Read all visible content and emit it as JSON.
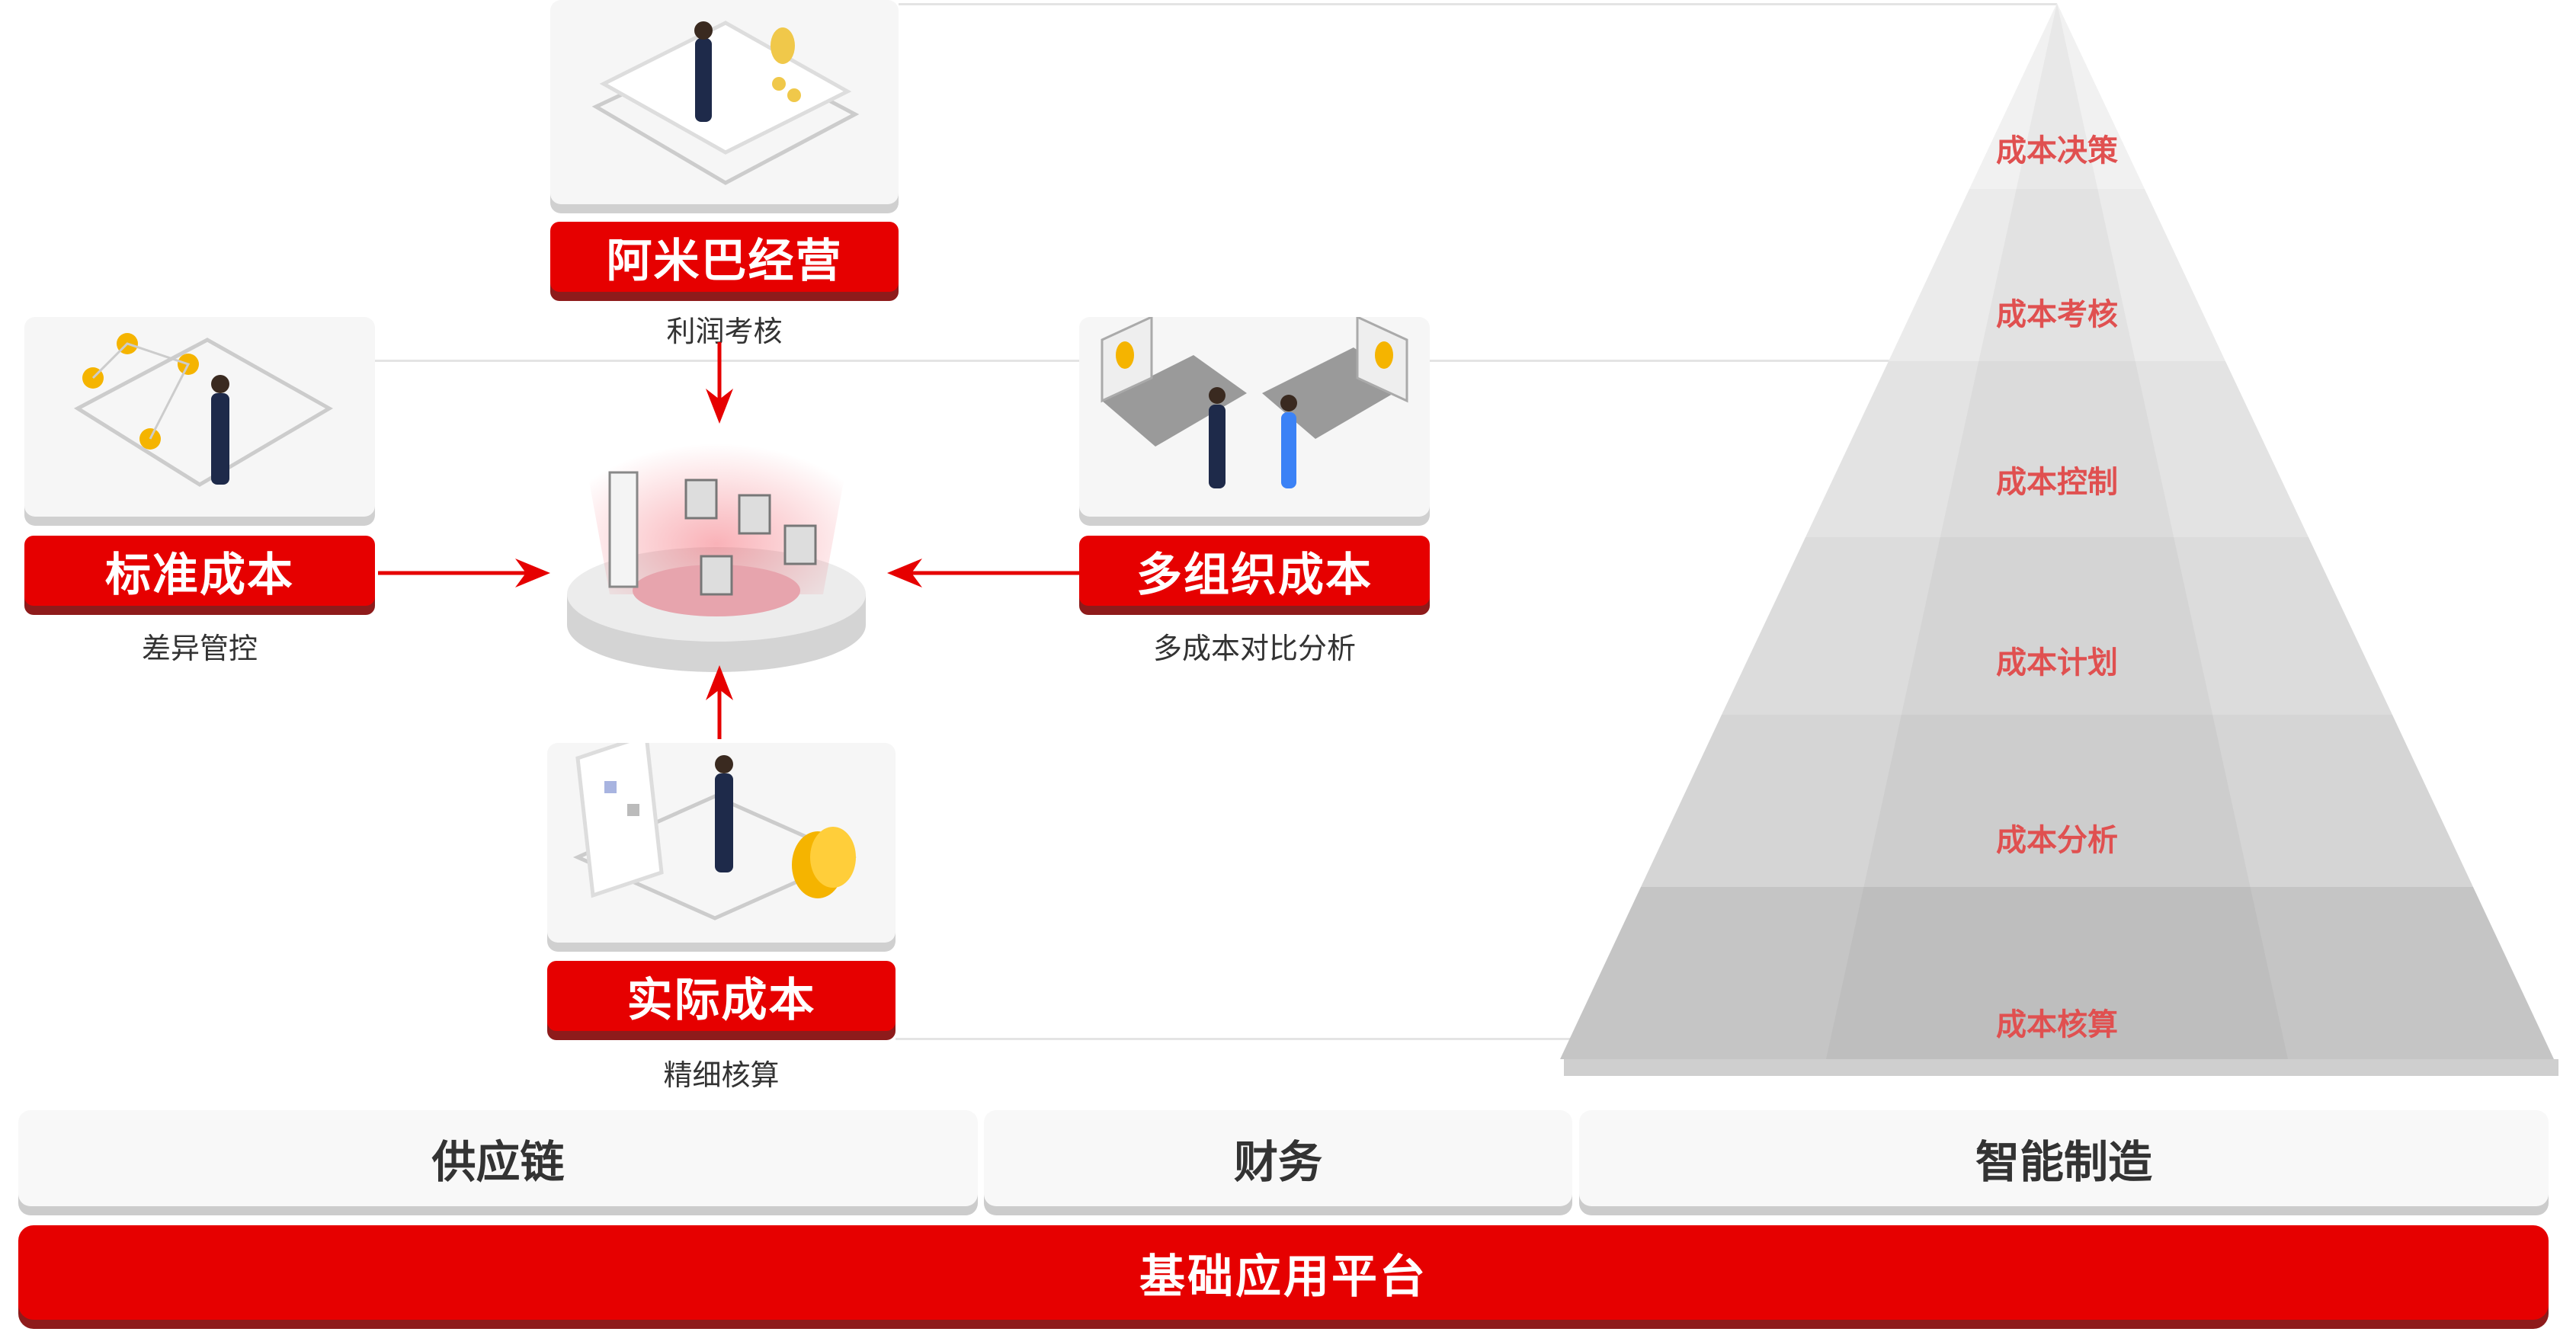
{
  "modules": {
    "top": {
      "title": "阿米巴经营",
      "subtitle": "利润考核"
    },
    "left": {
      "title": "标准成本",
      "subtitle": "差异管控"
    },
    "right": {
      "title": "多组织成本",
      "subtitle": "多成本对比分析"
    },
    "bottom": {
      "title": "实际成本",
      "subtitle": "精细核算"
    }
  },
  "pyramid": {
    "levels": [
      "成本决策",
      "成本考核",
      "成本控制",
      "成本计划",
      "成本分析",
      "成本核算"
    ]
  },
  "layers": {
    "tabs": [
      "供应链",
      "财务",
      "智能制造"
    ],
    "platform": "基础应用平台"
  },
  "colors": {
    "accent": "#e60000",
    "accent_shadow": "#8e1b1b",
    "pyramid_text": "#e05050"
  }
}
